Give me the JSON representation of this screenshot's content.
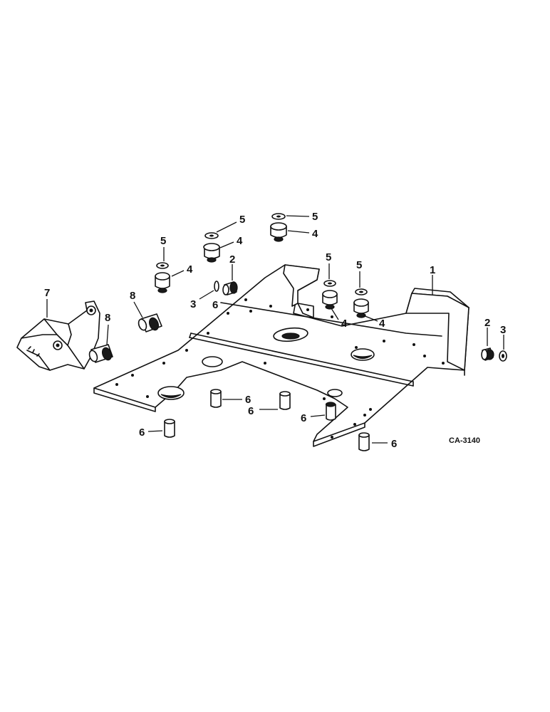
{
  "drawing_code": "CA-3140",
  "callouts": {
    "c1": "1",
    "c2a": "2",
    "c2b": "2",
    "c3a": "3",
    "c3b": "3",
    "c4a": "4",
    "c4b": "4",
    "c4c": "4",
    "c4d": "4",
    "c4e": "4",
    "c5a": "5",
    "c5b": "5",
    "c5c": "5",
    "c5d": "5",
    "c5e": "5",
    "c6a": "6",
    "c6b": "6",
    "c6c": "6",
    "c6d": "6",
    "c6e": "6",
    "c6f": "6",
    "c7": "7",
    "c8a": "8",
    "c8b": "8"
  }
}
